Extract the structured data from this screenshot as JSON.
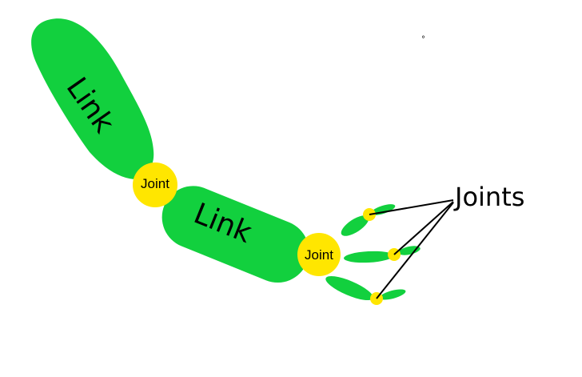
{
  "colors": {
    "link": "#12d03e",
    "joint": "#ffe600",
    "line": "#000000",
    "background": "#ffffff"
  },
  "links": [
    {
      "label": "Link"
    },
    {
      "label": "Link"
    }
  ],
  "joints": [
    {
      "label": "Joint"
    },
    {
      "label": "Joint"
    }
  ],
  "callout": {
    "label": "Joints"
  },
  "stray_mark": "°"
}
